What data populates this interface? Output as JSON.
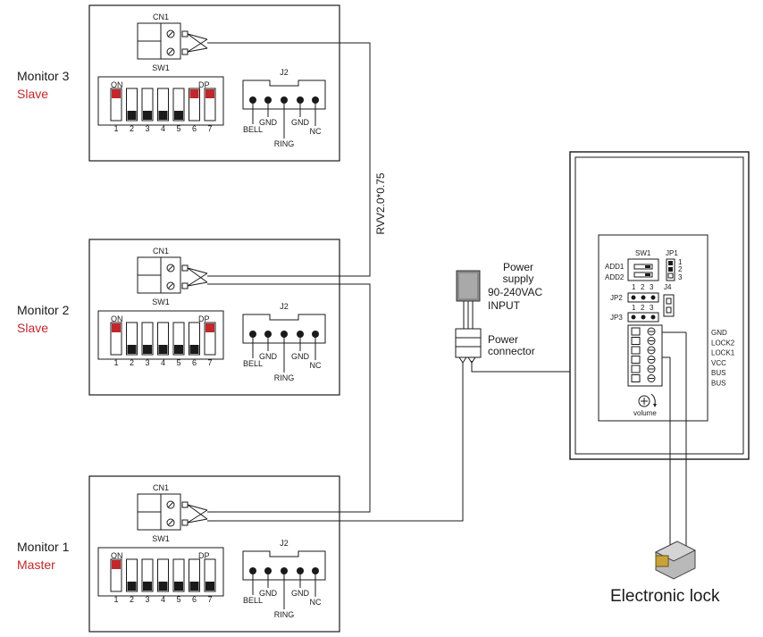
{
  "monitors": [
    {
      "name": "Monitor 3",
      "role": "Slave",
      "on_switches": [
        1,
        6,
        7
      ]
    },
    {
      "name": "Monitor 2",
      "role": "Slave",
      "on_switches": [
        1,
        7
      ]
    },
    {
      "name": "Monitor 1",
      "role": "Master",
      "on_switches": [
        1
      ]
    }
  ],
  "panel": {
    "cn1": "CN1",
    "sw1": "SW1",
    "sw_on": "ON",
    "sw_dp": "DP",
    "sw_numbers": [
      "1",
      "2",
      "3",
      "4",
      "5",
      "6",
      "7"
    ],
    "j2": "J2",
    "j2_pins": [
      "BELL",
      "GND",
      "RING",
      "GND",
      "NC"
    ]
  },
  "cable": "RVV2.0*0.75",
  "power": {
    "supply_label": [
      "Power",
      "supply",
      "90-240VAC",
      "INPUT"
    ],
    "connector_label": [
      "Power",
      "connector"
    ]
  },
  "door_station": {
    "sw1": "SW1",
    "jp1": "JP1",
    "jp1_pins": [
      "1",
      "2",
      "3"
    ],
    "add1": "ADD1",
    "add2": "ADD2",
    "jp2": "JP2",
    "jp3": "JP3",
    "j4": "J4",
    "jp_numbers": [
      "1",
      "2",
      "3"
    ],
    "terminals": [
      "GND",
      "LOCK2",
      "LOCK1",
      "VCC",
      "BUS",
      "BUS"
    ],
    "volume": "volume"
  },
  "lock": "Electronic lock",
  "colors": {
    "accent_red": "#c0282b",
    "line": "#1a1a1a"
  }
}
